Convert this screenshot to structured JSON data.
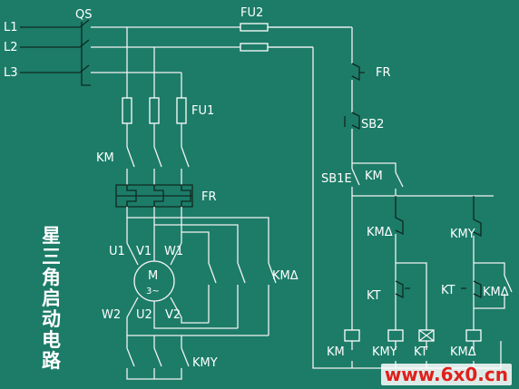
{
  "title_chars": [
    "星",
    "三",
    "角",
    "启",
    "动",
    "电",
    "路"
  ],
  "labels": {
    "qs": "QS",
    "fu2": "FU2",
    "l1": "L1",
    "l2": "L2",
    "l3": "L3",
    "fu1": "FU1",
    "km_main": "KM",
    "fr_relay": "FR",
    "fr_contact": "FR",
    "sb2": "SB2",
    "sb1": "SB1E",
    "km_hold": "KM",
    "u1": "U1",
    "v1": "V1",
    "w1": "W1",
    "w2": "W2",
    "u2": "U2",
    "v2": "V2",
    "motor": "M",
    "motor_sub": "3~",
    "km_delta_main": "KMΔ",
    "kmy_main": "KMY",
    "km_delta_ctrl": "KMΔ",
    "kmy_ctrl": "KMY",
    "kt_ctrl1": "KT",
    "kt_ctrl2": "KT",
    "km_delta_ctrl2": "KMΔ",
    "coil_km": "KM",
    "coil_kmy": "KMY",
    "coil_kt": "KT",
    "coil_kmd": "KMΔ"
  },
  "watermark": "www.6x0.cn"
}
